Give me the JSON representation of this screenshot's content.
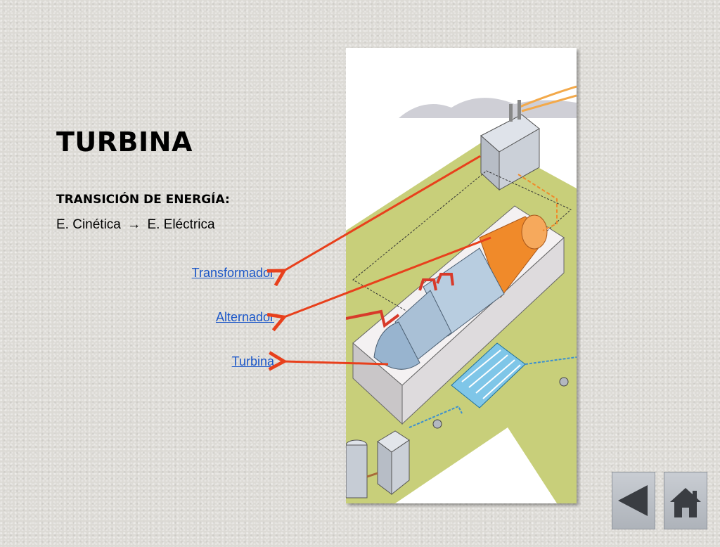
{
  "slide": {
    "title": "TURBINA",
    "subtitle": "TRANSICIÓN DE ENERGÍA:",
    "transition": {
      "from": "E. Cinética",
      "arrow": "→",
      "to": "E. Eléctrica"
    }
  },
  "labels": [
    {
      "text": "Transformador",
      "target": "transformer"
    },
    {
      "text": "Alternador",
      "target": "alternator"
    },
    {
      "text": "Turbina",
      "target": "turbine"
    }
  ],
  "colors": {
    "link": "#1a56c8",
    "pointer_arrow": "#e8401c",
    "alternator": "#f08a2a",
    "ground": "#c8cf7a"
  },
  "nav": {
    "back_icon": "triangle-left-icon",
    "home_icon": "house-icon"
  }
}
